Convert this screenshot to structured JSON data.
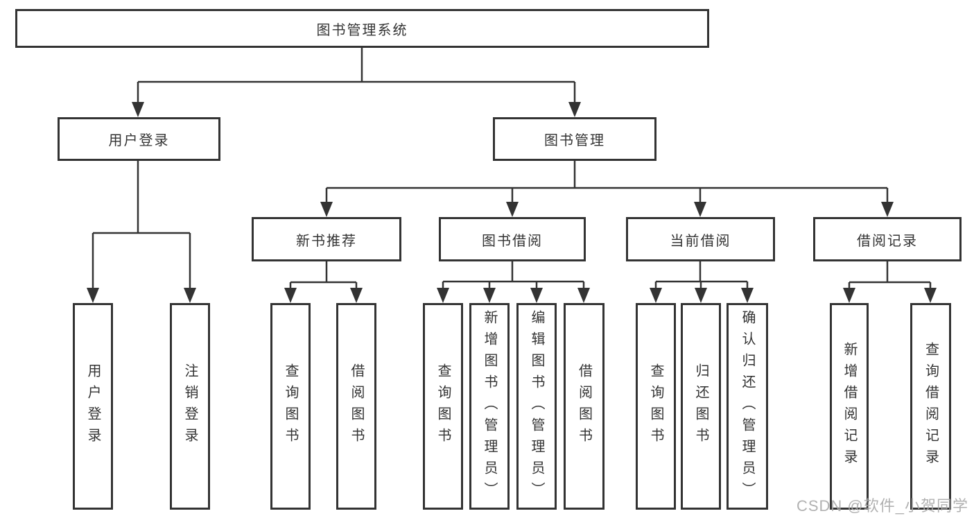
{
  "root": {
    "label": "图书管理系统"
  },
  "level2": [
    {
      "label": "用户登录"
    },
    {
      "label": "图书管理"
    }
  ],
  "level3": [
    {
      "label": "新书推荐"
    },
    {
      "label": "图书借阅"
    },
    {
      "label": "当前借阅"
    },
    {
      "label": "借阅记录"
    }
  ],
  "leaves": {
    "user_login": [
      {
        "label": "用户登录"
      },
      {
        "label": "注销登录"
      }
    ],
    "new_book": [
      {
        "label": "查询图书"
      },
      {
        "label": "借阅图书"
      }
    ],
    "book_borrow": [
      {
        "label": "查询图书"
      },
      {
        "label": "新增图书（管理员）"
      },
      {
        "label": "编辑图书（管理员）"
      },
      {
        "label": "借阅图书"
      }
    ],
    "current_borrow": [
      {
        "label": "查询图书"
      },
      {
        "label": "归还图书"
      },
      {
        "label": "确认归还（管理员）"
      }
    ],
    "borrow_record": [
      {
        "label": "新增借阅记录"
      },
      {
        "label": "查询借阅记录"
      }
    ]
  },
  "watermark": "CSDN @软件_小贺同学",
  "colors": {
    "line": "#333333",
    "text": "#333333",
    "box_background": "#ffffff",
    "watermark": "#a8a8a8"
  }
}
